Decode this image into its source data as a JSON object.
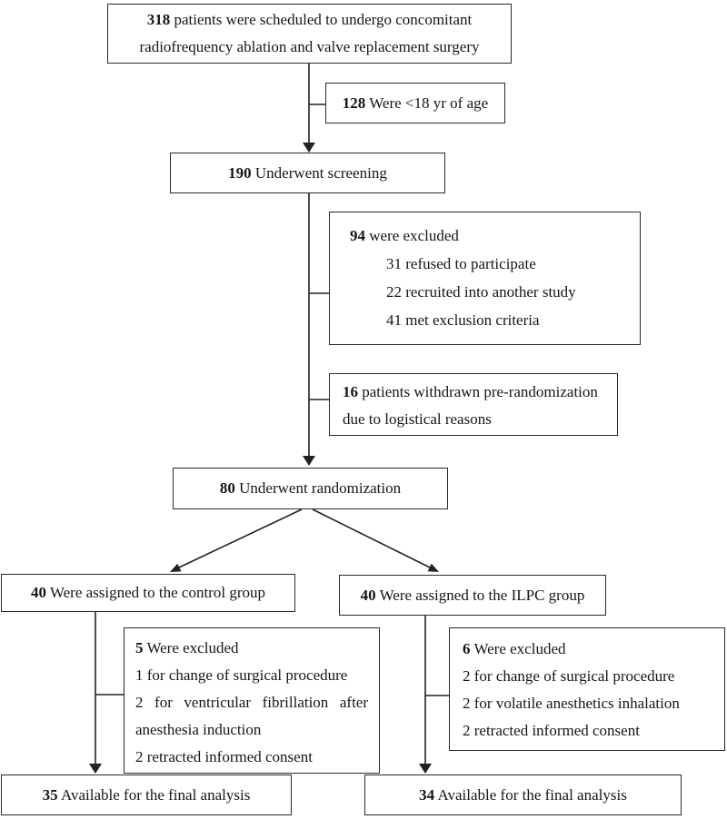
{
  "diagram_title": "Patient enrollment flow diagram",
  "colors": {
    "border": "#2a2a2a",
    "text": "#161616",
    "background": "#ffffff",
    "line": "#222222"
  },
  "boxes": {
    "eligible": {
      "bold": "318",
      "line1": " patients were scheduled to undergo concomitant",
      "line2": "radiofrequency ablation and valve replacement surgery"
    },
    "age_excluded": {
      "bold": "128",
      "text": " Were <18 yr of age"
    },
    "screening": {
      "bold": "190",
      "text": " Underwent screening"
    },
    "excluded94": {
      "lines": [
        {
          "bold": "94",
          "text": " were excluded"
        },
        {
          "text": "31 refused to participate"
        },
        {
          "text": "22 recruited into another study"
        },
        {
          "text": "41 met exclusion criteria"
        }
      ]
    },
    "withdrawn": {
      "bold": "16",
      "line1": " patients withdrawn pre-randomization",
      "line2": "due to logistical reasons"
    },
    "randomization": {
      "bold": "80",
      "text": " Underwent randomization"
    },
    "control": {
      "bold": "40",
      "text": " Were assigned to the control group"
    },
    "ilpc": {
      "bold": "40",
      "text": " Were assigned to the ILPC group"
    },
    "excluded5": {
      "lines": [
        {
          "bold": "5",
          "text": " Were excluded"
        },
        {
          "text": "1 for change of surgical procedure"
        },
        {
          "text": "2 for ventricular fibrillation after"
        },
        {
          "text": "anesthesia induction"
        },
        {
          "text": "2 retracted informed consent"
        }
      ]
    },
    "excluded6": {
      "lines": [
        {
          "bold": "6",
          "text": " Were excluded"
        },
        {
          "text": "2 for change of surgical procedure"
        },
        {
          "text": "2 for volatile anesthetics inhalation"
        },
        {
          "text": "2 retracted informed consent"
        }
      ]
    },
    "final_control": {
      "bold": "35",
      "text": " Available for the final analysis"
    },
    "final_ilpc": {
      "bold": "34",
      "text": " Available for the final analysis"
    }
  }
}
